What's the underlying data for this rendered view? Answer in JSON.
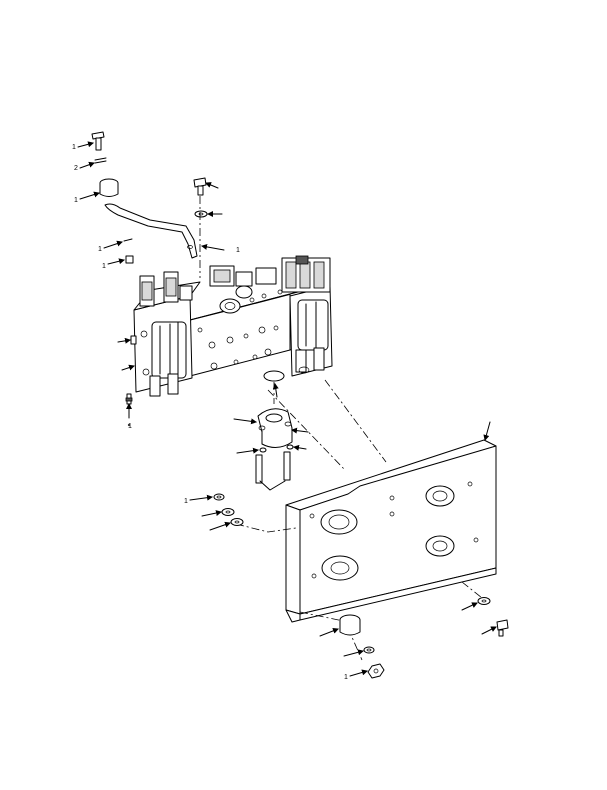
{
  "figure": {
    "callouts": {
      "c1": "1",
      "c2": "2",
      "c3": "1",
      "c4": "1",
      "c5": "1",
      "c6": "1",
      "c7": "1",
      "c8": "1",
      "c9": "1"
    },
    "colors": {
      "line": "#000000",
      "background": "#ffffff",
      "shade": "#d9d9d9"
    }
  }
}
